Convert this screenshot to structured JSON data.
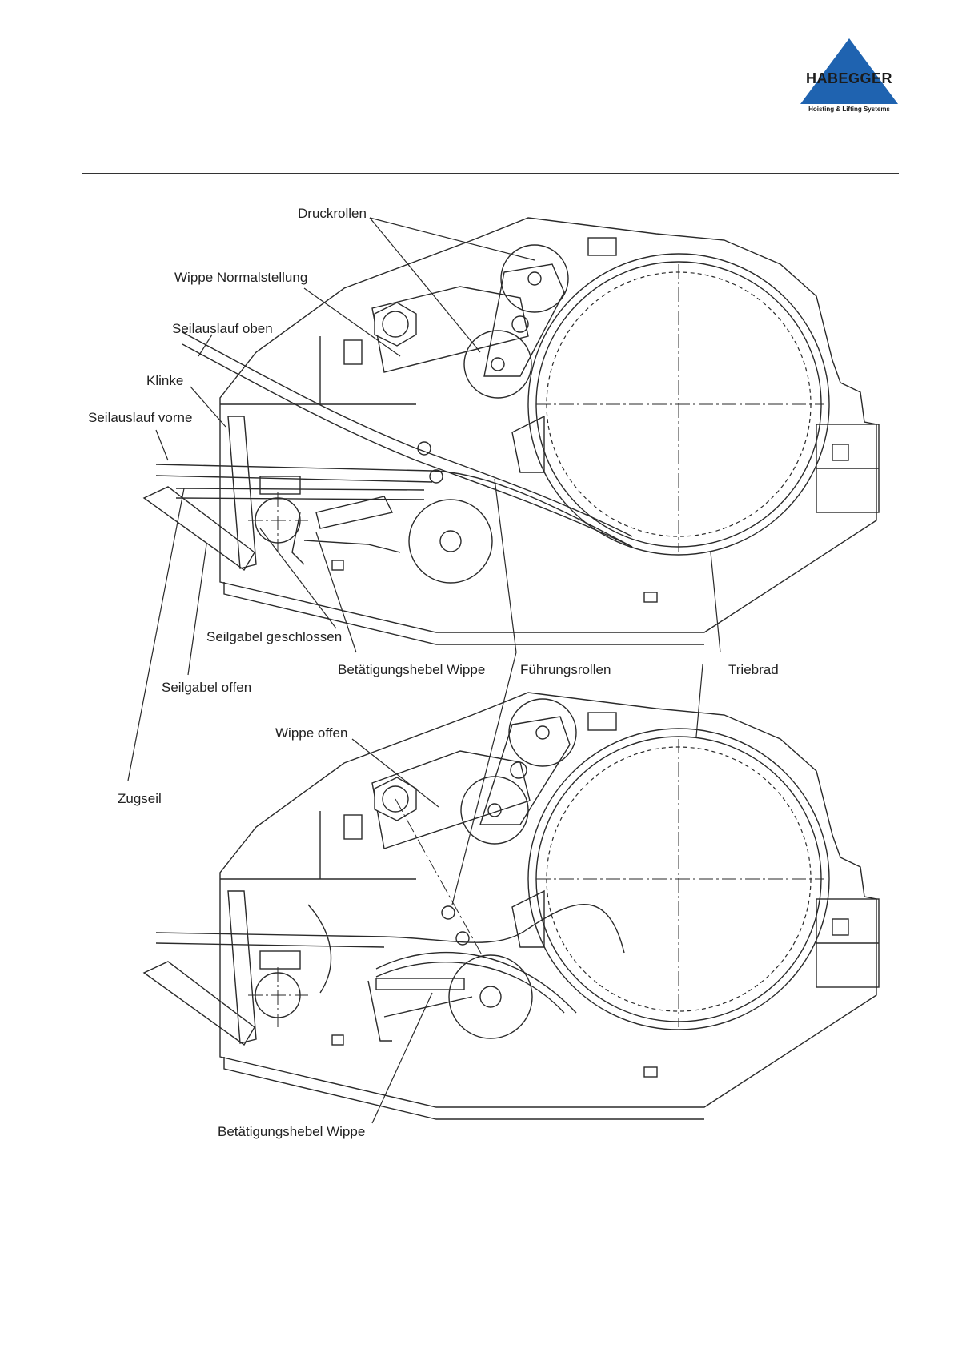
{
  "logo": {
    "brand": "HABEGGER",
    "tagline": "Hoisting & Lifting Systems",
    "triangle_color": "#1f63b0",
    "text_color": "#1b1b1b"
  },
  "labels": {
    "druckrollen": "Druckrollen",
    "wippe_normalstellung": "Wippe Normalstellung",
    "seilauslauf_oben": "Seilauslauf oben",
    "klinke": "Klinke",
    "seilauslauf_vorne": "Seilauslauf vorne",
    "seilgabel_geschlossen": "Seilgabel geschlossen",
    "betaetigungshebel_wippe_top": "Betätigungshebel Wippe",
    "fuehrungsrollen": "Führungsrollen",
    "triebrad": "Triebrad",
    "seilgabel_offen": "Seilgabel offen",
    "wippe_offen": "Wippe offen",
    "zugseil": "Zugseil",
    "betaetigungshebel_wippe_bottom": "Betätigungshebel Wippe"
  }
}
